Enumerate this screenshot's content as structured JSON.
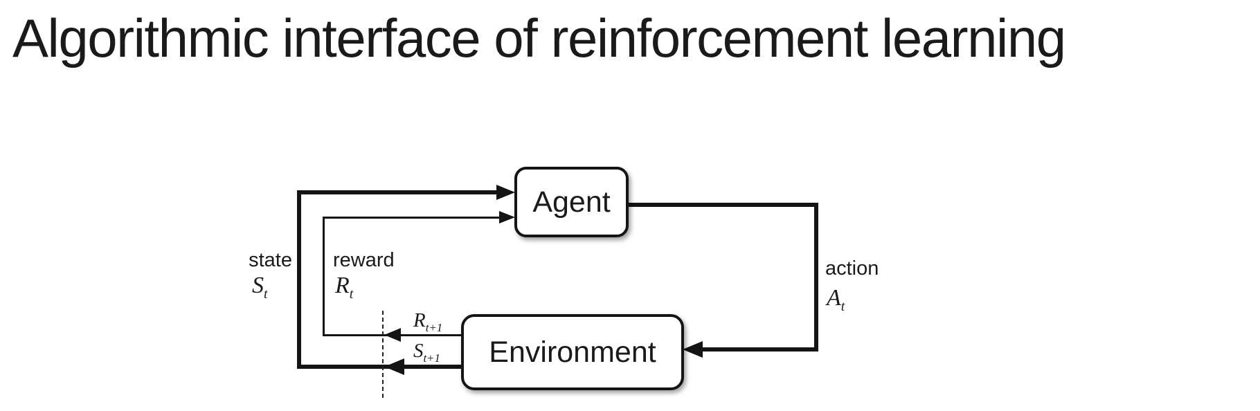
{
  "title": "Algorithmic interface of reinforcement learning",
  "diagram": {
    "agent_label": "Agent",
    "environment_label": "Environment",
    "state": {
      "word": "state",
      "symbol": {
        "base": "S",
        "sub": "t"
      }
    },
    "reward": {
      "word": "reward",
      "symbol": {
        "base": "R",
        "sub": "t"
      }
    },
    "action": {
      "word": "action",
      "symbol": {
        "base": "A",
        "sub": "t"
      }
    },
    "next_reward": {
      "base": "R",
      "sub": "t+1"
    },
    "next_state": {
      "base": "S",
      "sub": "t+1"
    },
    "colors": {
      "ink": "#141414",
      "text": "#1a1a1a",
      "background": "#ffffff"
    }
  }
}
